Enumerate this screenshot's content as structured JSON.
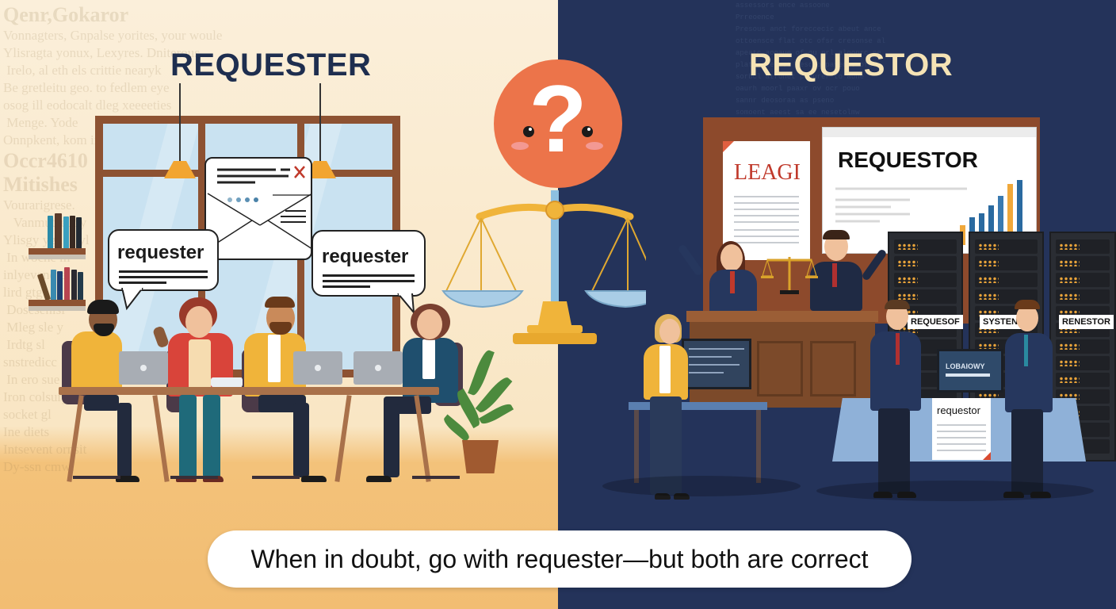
{
  "left_panel": {
    "heading": "REQUESTER",
    "background_text_title": "Qenr,Gokaror",
    "background_text_big": "Occr4610\nMitishes",
    "bubbles": [
      {
        "text": "requester"
      },
      {
        "text": "requester"
      }
    ],
    "envelope_icon": "envelope-with-close-mark",
    "colors": {
      "heading": "#1e2e4f",
      "background": "#fbefda",
      "floor": "#f2bd72"
    }
  },
  "right_panel": {
    "heading": "REQUESTOR",
    "legal_doc_title": "LEAGI",
    "browser_title": "REQUESTOR",
    "server_labels": [
      "REQUESOF",
      "SYSTENI",
      "RENESTOR"
    ],
    "monitor_label": "LOBAIOWY",
    "document_label": "requestor",
    "chart_bars": [
      4,
      14,
      14,
      20,
      28,
      32,
      40,
      50,
      62,
      66
    ],
    "colors": {
      "heading": "#f5e3b5",
      "background": "#24335a"
    }
  },
  "center": {
    "icon": "question-mark-face",
    "symbol": "?",
    "scale_icon": "balance-scale",
    "colors": {
      "circle": "#ec744a",
      "scale": "#f0b43a"
    }
  },
  "caption": {
    "text": "When in doubt, go with requester—but both are correct"
  }
}
